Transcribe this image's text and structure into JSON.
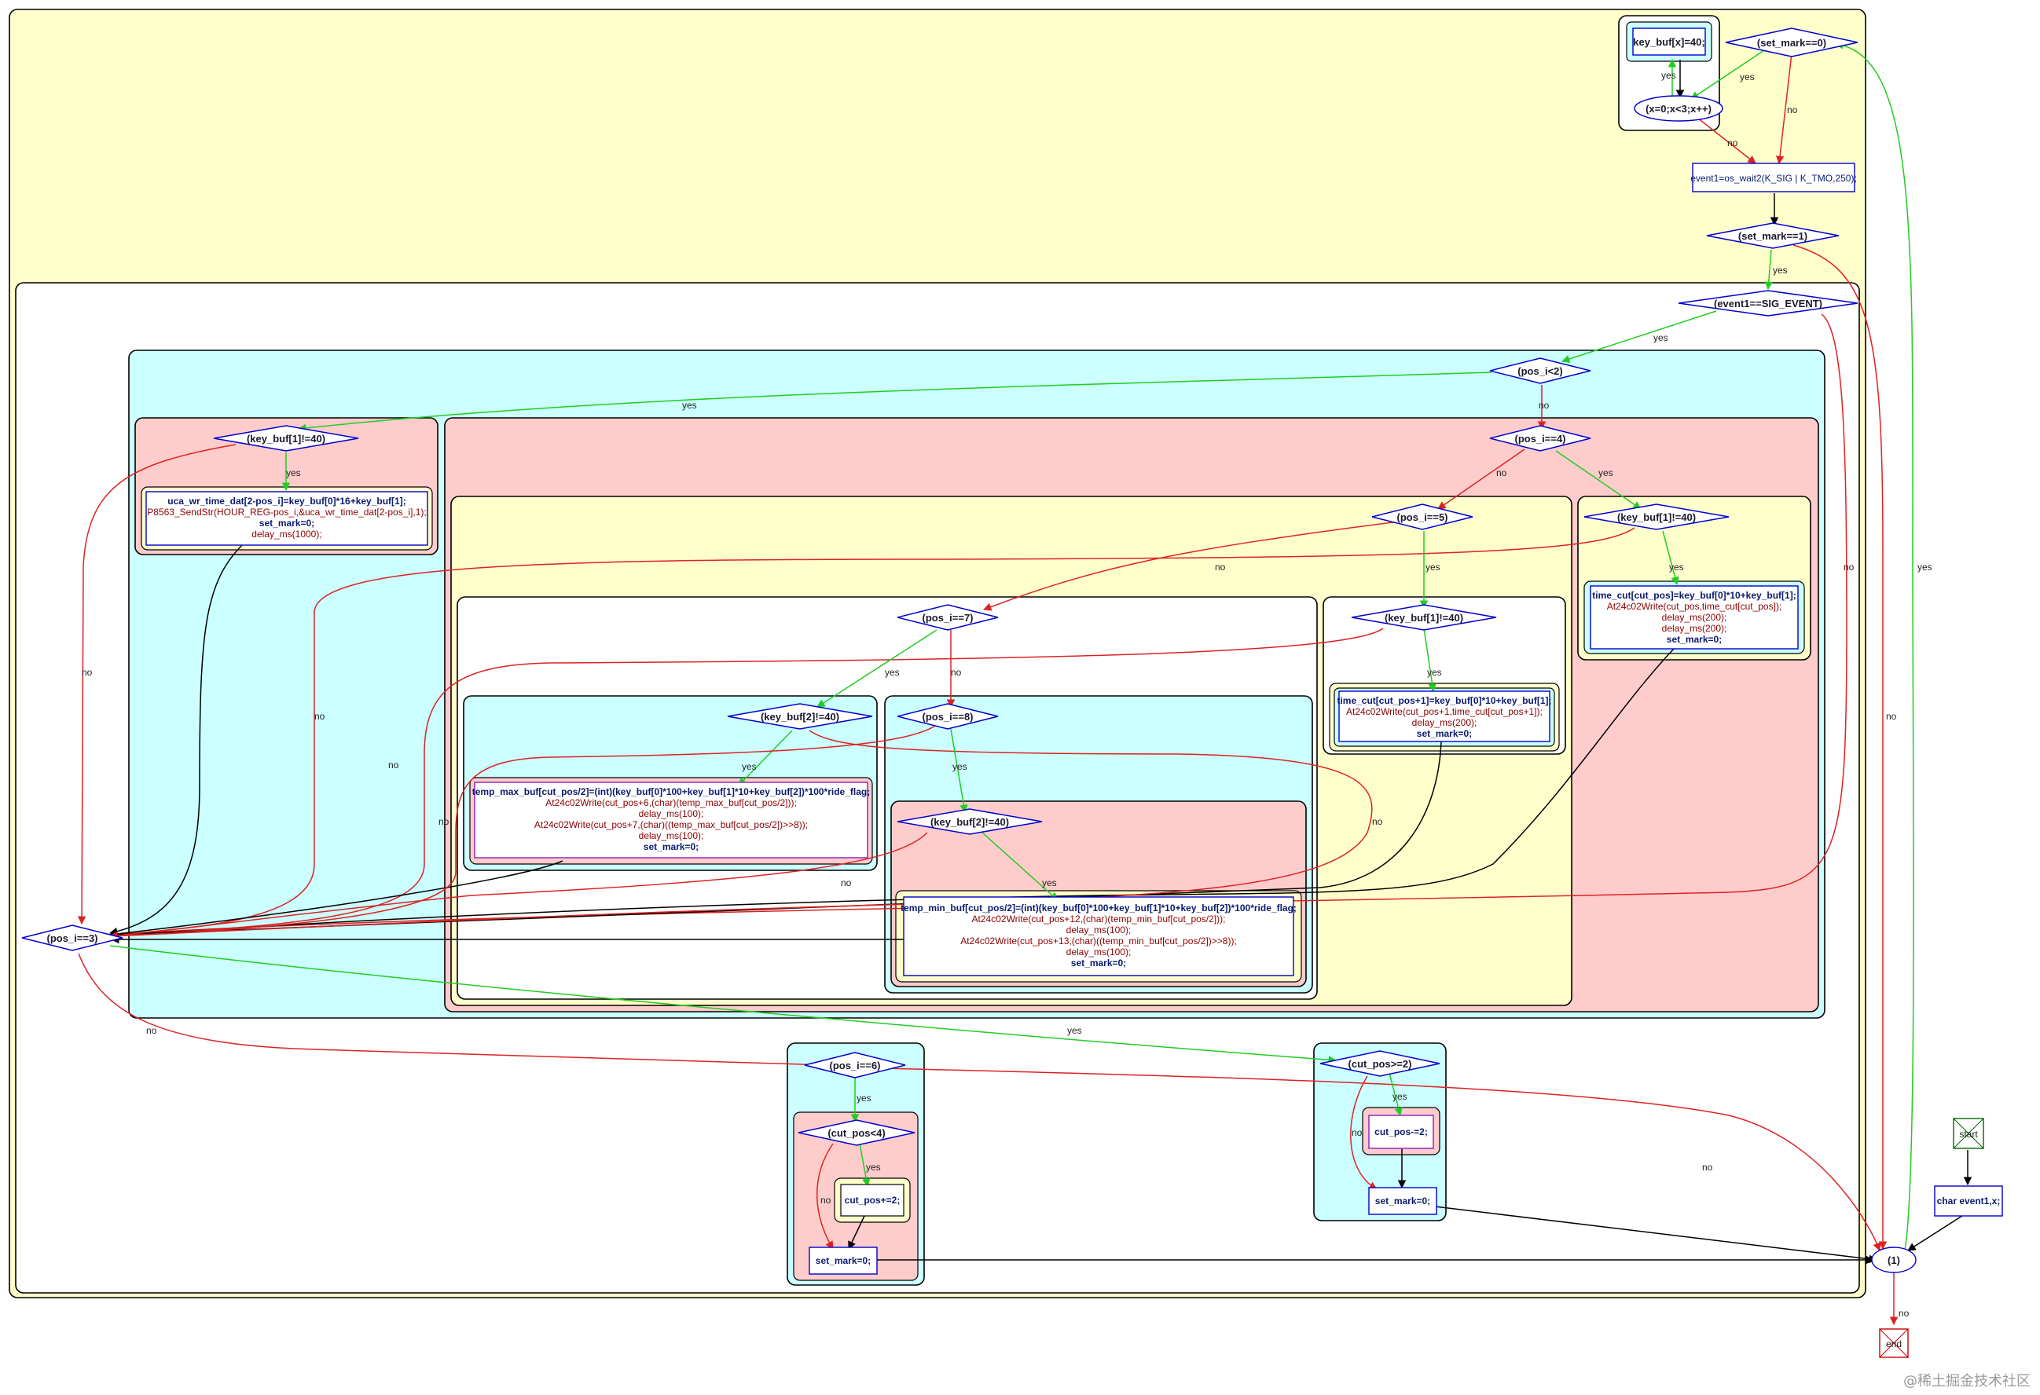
{
  "colors": {
    "yes": "#22cc22",
    "no": "#dd2222",
    "flow": "#000000",
    "node": "#0000cc",
    "yellow": "#ffffcc",
    "cyan": "#ccffff",
    "pink": "#ffcccc",
    "white": "#ffffff"
  },
  "labels": {
    "yes": "yes",
    "no": "no",
    "start": "start",
    "end": "end",
    "loop": "(1)"
  },
  "decisions": {
    "set_mark_0": "(set_mark==0)",
    "set_mark_1": "(set_mark==1)",
    "event1": "(event1==SIG_EVENT)",
    "pos_lt2": "(pos_i<2)",
    "pos_4": "(pos_i==4)",
    "pos_5": "(pos_i==5)",
    "pos_7": "(pos_i==7)",
    "pos_8": "(pos_i==8)",
    "pos_3": "(pos_i==3)",
    "pos_6": "(pos_i==6)",
    "cut_ge2": "(cut_pos>=2)",
    "cut_lt4": "(cut_pos<4)",
    "kb1_a": "(key_buf[1]!=40)",
    "kb1_b": "(key_buf[1]!=40)",
    "kb1_c": "(key_buf[1]!=40)",
    "kb2_a": "(key_buf[2]!=40)",
    "kb2_b": "(key_buf[2]!=40)"
  },
  "loops": {
    "for_x": "(x=0;x<3;x++)"
  },
  "code": {
    "keybuf_init": "key_buf[x]=40;",
    "wait": "event1=os_wait2(K_SIG | K_TMO,250);",
    "decl": "char event1,x;",
    "time_dat": [
      "uca_wr_time_dat[2-pos_i]=key_buf[0]*16+key_buf[1];",
      "P8563_SendStr(HOUR_REG-pos_i,&uca_wr_time_dat[2-pos_i],1);",
      "set_mark=0;",
      "delay_ms(1000);"
    ],
    "time_cut_pos": [
      "time_cut[cut_pos]=key_buf[0]*10+key_buf[1];",
      "At24c02Write(cut_pos,time_cut[cut_pos]);",
      "delay_ms(200);",
      "delay_ms(200);",
      "set_mark=0;"
    ],
    "time_cut_pos1": [
      "time_cut[cut_pos+1]=key_buf[0]*10+key_buf[1];",
      "At24c02Write(cut_pos+1,time_cut[cut_pos+1]);",
      "delay_ms(200);",
      "set_mark=0;"
    ],
    "temp_max": [
      "temp_max_buf[cut_pos/2]=(int)(key_buf[0]*100+key_buf[1]*10+key_buf[2])*100*ride_flag;",
      "At24c02Write(cut_pos+6,(char)(temp_max_buf[cut_pos/2]));",
      "delay_ms(100);",
      "At24c02Write(cut_pos+7,(char)((temp_max_buf[cut_pos/2])>>8));",
      "delay_ms(100);",
      "set_mark=0;"
    ],
    "temp_min": [
      "temp_min_buf[cut_pos/2]=(int)(key_buf[0]*100+key_buf[1]*10+key_buf[2])*100*ride_flag;",
      "At24c02Write(cut_pos+12,(char)(temp_min_buf[cut_pos/2]));",
      "delay_ms(100);",
      "At24c02Write(cut_pos+13,(char)((temp_min_buf[cut_pos/2])>>8));",
      "delay_ms(100);",
      "set_mark=0;"
    ],
    "cut_minus": "cut_pos-=2;",
    "cut_plus": "cut_pos+=2;",
    "set_mark_a": "set_mark=0;",
    "set_mark_b": "set_mark=0;"
  },
  "watermark": "@稀土掘金技术社区"
}
